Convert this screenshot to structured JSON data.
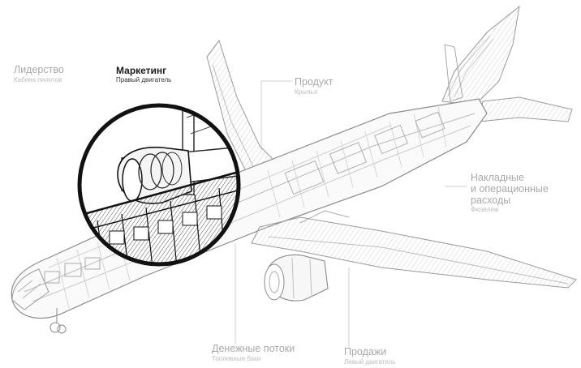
{
  "labels": {
    "leadership": {
      "title": "Лидерство",
      "subtitle": "Кабина пилотов"
    },
    "marketing": {
      "title": "Маркетинг",
      "subtitle": "Правый двигатель"
    },
    "product": {
      "title": "Продукт",
      "subtitle": "Крылья"
    },
    "overhead": {
      "title_line1": "Накладные",
      "title_line2": "и операционные",
      "title_line3": "расходы",
      "subtitle": "Фюзеляж"
    },
    "cashflow": {
      "title": "Денежные потоки",
      "subtitle": "Топливные баки"
    },
    "sales": {
      "title": "Продажи",
      "subtitle": "Левый двигатель"
    }
  },
  "colors": {
    "line_light": "#c8c8c8",
    "line_mid": "#9a9a9a",
    "zoom_ring": "#111111",
    "highlight_text": "#1b1b1b",
    "muted_text": "#a9a9a9"
  }
}
